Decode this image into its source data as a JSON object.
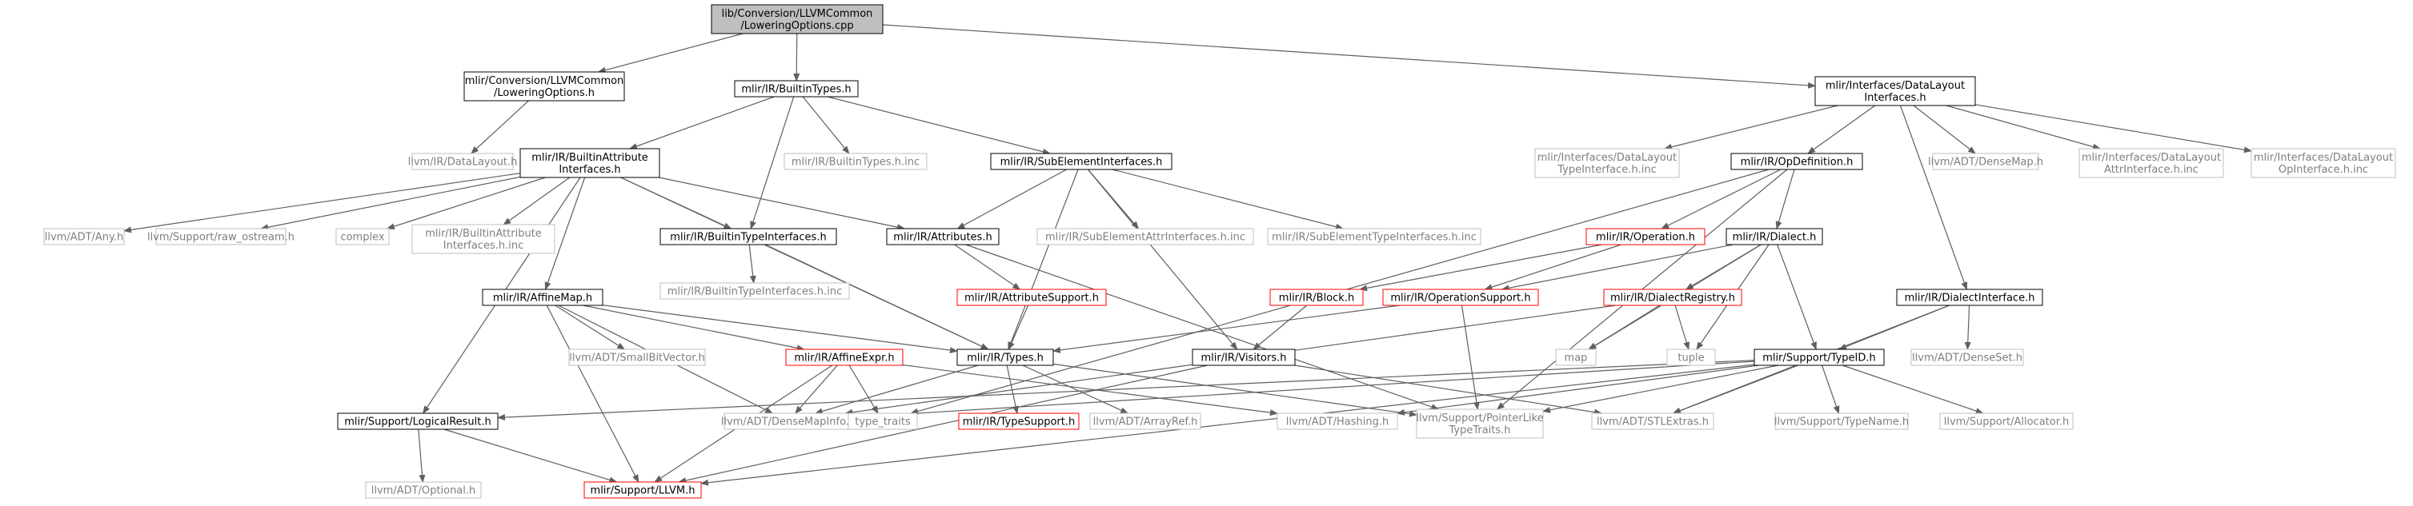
{
  "colors": {
    "edge": "#63b8ff",
    "edge_stroke": "#5f5f5f",
    "border_normal": "#000000",
    "border_external": "#bfbfbf",
    "border_truncated": "#ff0000",
    "fill_root": "#bfbfbf",
    "fill_default": "#ffffff",
    "text_normal": "#000000",
    "text_external": "#7f7f7f"
  },
  "diagram": {
    "type": "include-dependency-graph",
    "nodes": [
      {
        "id": "root",
        "kind": "root",
        "lines": [
          "lib/Conversion/LLVMCommon",
          "/LoweringOptions.cpp"
        ]
      },
      {
        "id": "lowopt_h",
        "kind": "normal",
        "lines": [
          "mlir/Conversion/LLVMCommon",
          "/LoweringOptions.h"
        ]
      },
      {
        "id": "builtintypes_h",
        "kind": "normal",
        "lines": [
          "mlir/IR/BuiltinTypes.h"
        ]
      },
      {
        "id": "datalayoutiface_h",
        "kind": "normal",
        "lines": [
          "mlir/Interfaces/DataLayout",
          "Interfaces.h"
        ]
      },
      {
        "id": "llvm_datalayout",
        "kind": "external",
        "lines": [
          "llvm/IR/DataLayout.h"
        ]
      },
      {
        "id": "builtinattriface_h",
        "kind": "normal",
        "lines": [
          "mlir/IR/BuiltinAttribute",
          "Interfaces.h"
        ]
      },
      {
        "id": "builtintypes_inc",
        "kind": "external",
        "lines": [
          "mlir/IR/BuiltinTypes.h.inc"
        ]
      },
      {
        "id": "subelemiface_h",
        "kind": "normal",
        "lines": [
          "mlir/IR/SubElementInterfaces.h"
        ]
      },
      {
        "id": "dl_typeiface_inc",
        "kind": "external",
        "lines": [
          "mlir/Interfaces/DataLayout",
          "TypeInterface.h.inc"
        ]
      },
      {
        "id": "opdefinition_h",
        "kind": "normal",
        "lines": [
          "mlir/IR/OpDefinition.h"
        ]
      },
      {
        "id": "densemap_h",
        "kind": "external",
        "lines": [
          "llvm/ADT/DenseMap.h"
        ]
      },
      {
        "id": "dl_attriface_inc",
        "kind": "external",
        "lines": [
          "mlir/Interfaces/DataLayout",
          "AttrInterface.h.inc"
        ]
      },
      {
        "id": "dl_opiface_inc",
        "kind": "external",
        "lines": [
          "mlir/Interfaces/DataLayout",
          "OpInterface.h.inc"
        ]
      },
      {
        "id": "any_h",
        "kind": "external",
        "lines": [
          "llvm/ADT/Any.h"
        ]
      },
      {
        "id": "raw_ostream_h",
        "kind": "external",
        "lines": [
          "llvm/Support/raw_ostream.h"
        ]
      },
      {
        "id": "complex",
        "kind": "external",
        "lines": [
          "complex"
        ]
      },
      {
        "id": "builtinattriface_inc",
        "kind": "external",
        "lines": [
          "mlir/IR/BuiltinAttribute",
          "Interfaces.h.inc"
        ]
      },
      {
        "id": "builtintypeiface_h",
        "kind": "normal",
        "lines": [
          "mlir/IR/BuiltinTypeInterfaces.h"
        ]
      },
      {
        "id": "attributes_h",
        "kind": "normal",
        "lines": [
          "mlir/IR/Attributes.h"
        ]
      },
      {
        "id": "subelemattriface_inc",
        "kind": "external",
        "lines": [
          "mlir/IR/SubElementAttrInterfaces.h.inc"
        ]
      },
      {
        "id": "subelemtypeiface_inc",
        "kind": "external",
        "lines": [
          "mlir/IR/SubElementTypeInterfaces.h.inc"
        ]
      },
      {
        "id": "operation_h",
        "kind": "truncated",
        "lines": [
          "mlir/IR/Operation.h"
        ]
      },
      {
        "id": "dialect_h",
        "kind": "normal",
        "lines": [
          "mlir/IR/Dialect.h"
        ]
      },
      {
        "id": "builtintypeiface_inc",
        "kind": "external",
        "lines": [
          "mlir/IR/BuiltinTypeInterfaces.h.inc"
        ]
      },
      {
        "id": "attrsupport_h",
        "kind": "truncated",
        "lines": [
          "mlir/IR/AttributeSupport.h"
        ]
      },
      {
        "id": "block_h",
        "kind": "truncated",
        "lines": [
          "mlir/IR/Block.h"
        ]
      },
      {
        "id": "opsupport_h",
        "kind": "truncated",
        "lines": [
          "mlir/IR/OperationSupport.h"
        ]
      },
      {
        "id": "dialectregistry_h",
        "kind": "truncated",
        "lines": [
          "mlir/IR/DialectRegistry.h"
        ]
      },
      {
        "id": "dialectiface_h",
        "kind": "normal",
        "lines": [
          "mlir/IR/DialectInterface.h"
        ]
      },
      {
        "id": "affinemap_h",
        "kind": "normal",
        "lines": [
          "mlir/IR/AffineMap.h"
        ]
      },
      {
        "id": "smallbitvector_h",
        "kind": "external",
        "lines": [
          "llvm/ADT/SmallBitVector.h"
        ]
      },
      {
        "id": "map",
        "kind": "external",
        "lines": [
          "map"
        ]
      },
      {
        "id": "tuple",
        "kind": "external",
        "lines": [
          "tuple"
        ]
      },
      {
        "id": "affineexpr_h",
        "kind": "truncated",
        "lines": [
          "mlir/IR/AffineExpr.h"
        ]
      },
      {
        "id": "types_h",
        "kind": "normal",
        "lines": [
          "mlir/IR/Types.h"
        ]
      },
      {
        "id": "visitors_h",
        "kind": "normal",
        "lines": [
          "mlir/IR/Visitors.h"
        ]
      },
      {
        "id": "typeid_h",
        "kind": "normal",
        "lines": [
          "mlir/Support/TypeID.h"
        ]
      },
      {
        "id": "denseset_h",
        "kind": "external",
        "lines": [
          "llvm/ADT/DenseSet.h"
        ]
      },
      {
        "id": "logicalresult_h",
        "kind": "normal",
        "lines": [
          "mlir/Support/LogicalResult.h"
        ]
      },
      {
        "id": "densemapinfo_h",
        "kind": "external",
        "lines": [
          "llvm/ADT/DenseMapInfo.h"
        ]
      },
      {
        "id": "type_traits",
        "kind": "external",
        "lines": [
          "type_traits"
        ]
      },
      {
        "id": "typesupport_h",
        "kind": "truncated",
        "lines": [
          "mlir/IR/TypeSupport.h"
        ]
      },
      {
        "id": "arrayref_h",
        "kind": "external",
        "lines": [
          "llvm/ADT/ArrayRef.h"
        ]
      },
      {
        "id": "hashing_h",
        "kind": "external",
        "lines": [
          "llvm/ADT/Hashing.h"
        ]
      },
      {
        "id": "pointerlike_h",
        "kind": "external",
        "lines": [
          "llvm/Support/PointerLike",
          "TypeTraits.h"
        ]
      },
      {
        "id": "stlextras_h",
        "kind": "external",
        "lines": [
          "llvm/ADT/STLExtras.h"
        ]
      },
      {
        "id": "typename_h",
        "kind": "external",
        "lines": [
          "llvm/Support/TypeName.h"
        ]
      },
      {
        "id": "allocator_h",
        "kind": "external",
        "lines": [
          "llvm/Support/Allocator.h"
        ]
      },
      {
        "id": "optional_h",
        "kind": "external",
        "lines": [
          "llvm/ADT/Optional.h"
        ]
      },
      {
        "id": "llvm_h",
        "kind": "truncated",
        "lines": [
          "mlir/Support/LLVM.h"
        ]
      }
    ],
    "edges": [
      [
        "root",
        "lowopt_h"
      ],
      [
        "root",
        "builtintypes_h"
      ],
      [
        "root",
        "datalayoutiface_h"
      ],
      [
        "lowopt_h",
        "llvm_datalayout"
      ],
      [
        "builtintypes_h",
        "builtinattriface_h"
      ],
      [
        "builtintypes_h",
        "builtintypes_inc"
      ],
      [
        "builtintypes_h",
        "subelemiface_h"
      ],
      [
        "builtintypes_h",
        "builtintypeiface_h"
      ],
      [
        "datalayoutiface_h",
        "dl_typeiface_inc"
      ],
      [
        "datalayoutiface_h",
        "opdefinition_h"
      ],
      [
        "datalayoutiface_h",
        "densemap_h"
      ],
      [
        "datalayoutiface_h",
        "dl_attriface_inc"
      ],
      [
        "datalayoutiface_h",
        "dl_opiface_inc"
      ],
      [
        "datalayoutiface_h",
        "dialectiface_h"
      ],
      [
        "builtinattriface_h",
        "any_h"
      ],
      [
        "builtinattriface_h",
        "raw_ostream_h"
      ],
      [
        "builtinattriface_h",
        "complex"
      ],
      [
        "builtinattriface_h",
        "builtinattriface_inc"
      ],
      [
        "builtinattriface_h",
        "builtintypeiface_h"
      ],
      [
        "builtinattriface_h",
        "attributes_h"
      ],
      [
        "builtinattriface_h",
        "affinemap_h"
      ],
      [
        "builtinattriface_h",
        "types_h"
      ],
      [
        "builtinattriface_h",
        "logicalresult_h"
      ],
      [
        "subelemiface_h",
        "attributes_h"
      ],
      [
        "subelemiface_h",
        "subelemattriface_inc"
      ],
      [
        "subelemiface_h",
        "subelemtypeiface_inc"
      ],
      [
        "subelemiface_h",
        "types_h"
      ],
      [
        "subelemiface_h",
        "visitors_h"
      ],
      [
        "opdefinition_h",
        "operation_h"
      ],
      [
        "opdefinition_h",
        "dialect_h"
      ],
      [
        "opdefinition_h",
        "pointerlike_h"
      ],
      [
        "opdefinition_h",
        "type_traits"
      ],
      [
        "builtintypeiface_h",
        "builtintypeiface_inc"
      ],
      [
        "builtintypeiface_h",
        "types_h"
      ],
      [
        "attributes_h",
        "attrsupport_h"
      ],
      [
        "attributes_h",
        "pointerlike_h"
      ],
      [
        "attrsupport_h",
        "types_h"
      ],
      [
        "operation_h",
        "block_h"
      ],
      [
        "operation_h",
        "opsupport_h"
      ],
      [
        "dialect_h",
        "opsupport_h"
      ],
      [
        "dialect_h",
        "dialectregistry_h"
      ],
      [
        "dialect_h",
        "map"
      ],
      [
        "dialect_h",
        "tuple"
      ],
      [
        "dialect_h",
        "typeid_h"
      ],
      [
        "block_h",
        "visitors_h"
      ],
      [
        "opsupport_h",
        "types_h"
      ],
      [
        "opsupport_h",
        "pointerlike_h"
      ],
      [
        "dialectregistry_h",
        "map"
      ],
      [
        "dialectregistry_h",
        "tuple"
      ],
      [
        "dialectregistry_h",
        "densemapinfo_h"
      ],
      [
        "dialectiface_h",
        "denseset_h"
      ],
      [
        "dialectiface_h",
        "typeid_h"
      ],
      [
        "dialectiface_h",
        "stlextras_h"
      ],
      [
        "affinemap_h",
        "affineexpr_h"
      ],
      [
        "affinemap_h",
        "smallbitvector_h"
      ],
      [
        "affinemap_h",
        "densemapinfo_h"
      ],
      [
        "affinemap_h",
        "llvm_h"
      ],
      [
        "affinemap_h",
        "types_h"
      ],
      [
        "affineexpr_h",
        "densemapinfo_h"
      ],
      [
        "affineexpr_h",
        "type_traits"
      ],
      [
        "affineexpr_h",
        "hashing_h"
      ],
      [
        "affineexpr_h",
        "llvm_h"
      ],
      [
        "types_h",
        "densemapinfo_h"
      ],
      [
        "types_h",
        "typesupport_h"
      ],
      [
        "types_h",
        "arrayref_h"
      ],
      [
        "types_h",
        "pointerlike_h"
      ],
      [
        "visitors_h",
        "stlextras_h"
      ],
      [
        "visitors_h",
        "llvm_h"
      ],
      [
        "typeid_h",
        "logicalresult_h"
      ],
      [
        "typeid_h",
        "densemapinfo_h"
      ],
      [
        "typeid_h",
        "hashing_h"
      ],
      [
        "typeid_h",
        "pointerlike_h"
      ],
      [
        "typeid_h",
        "stlextras_h"
      ],
      [
        "typeid_h",
        "typename_h"
      ],
      [
        "typeid_h",
        "allocator_h"
      ],
      [
        "typeid_h",
        "llvm_h"
      ],
      [
        "logicalresult_h",
        "optional_h"
      ],
      [
        "logicalresult_h",
        "llvm_h"
      ]
    ]
  }
}
